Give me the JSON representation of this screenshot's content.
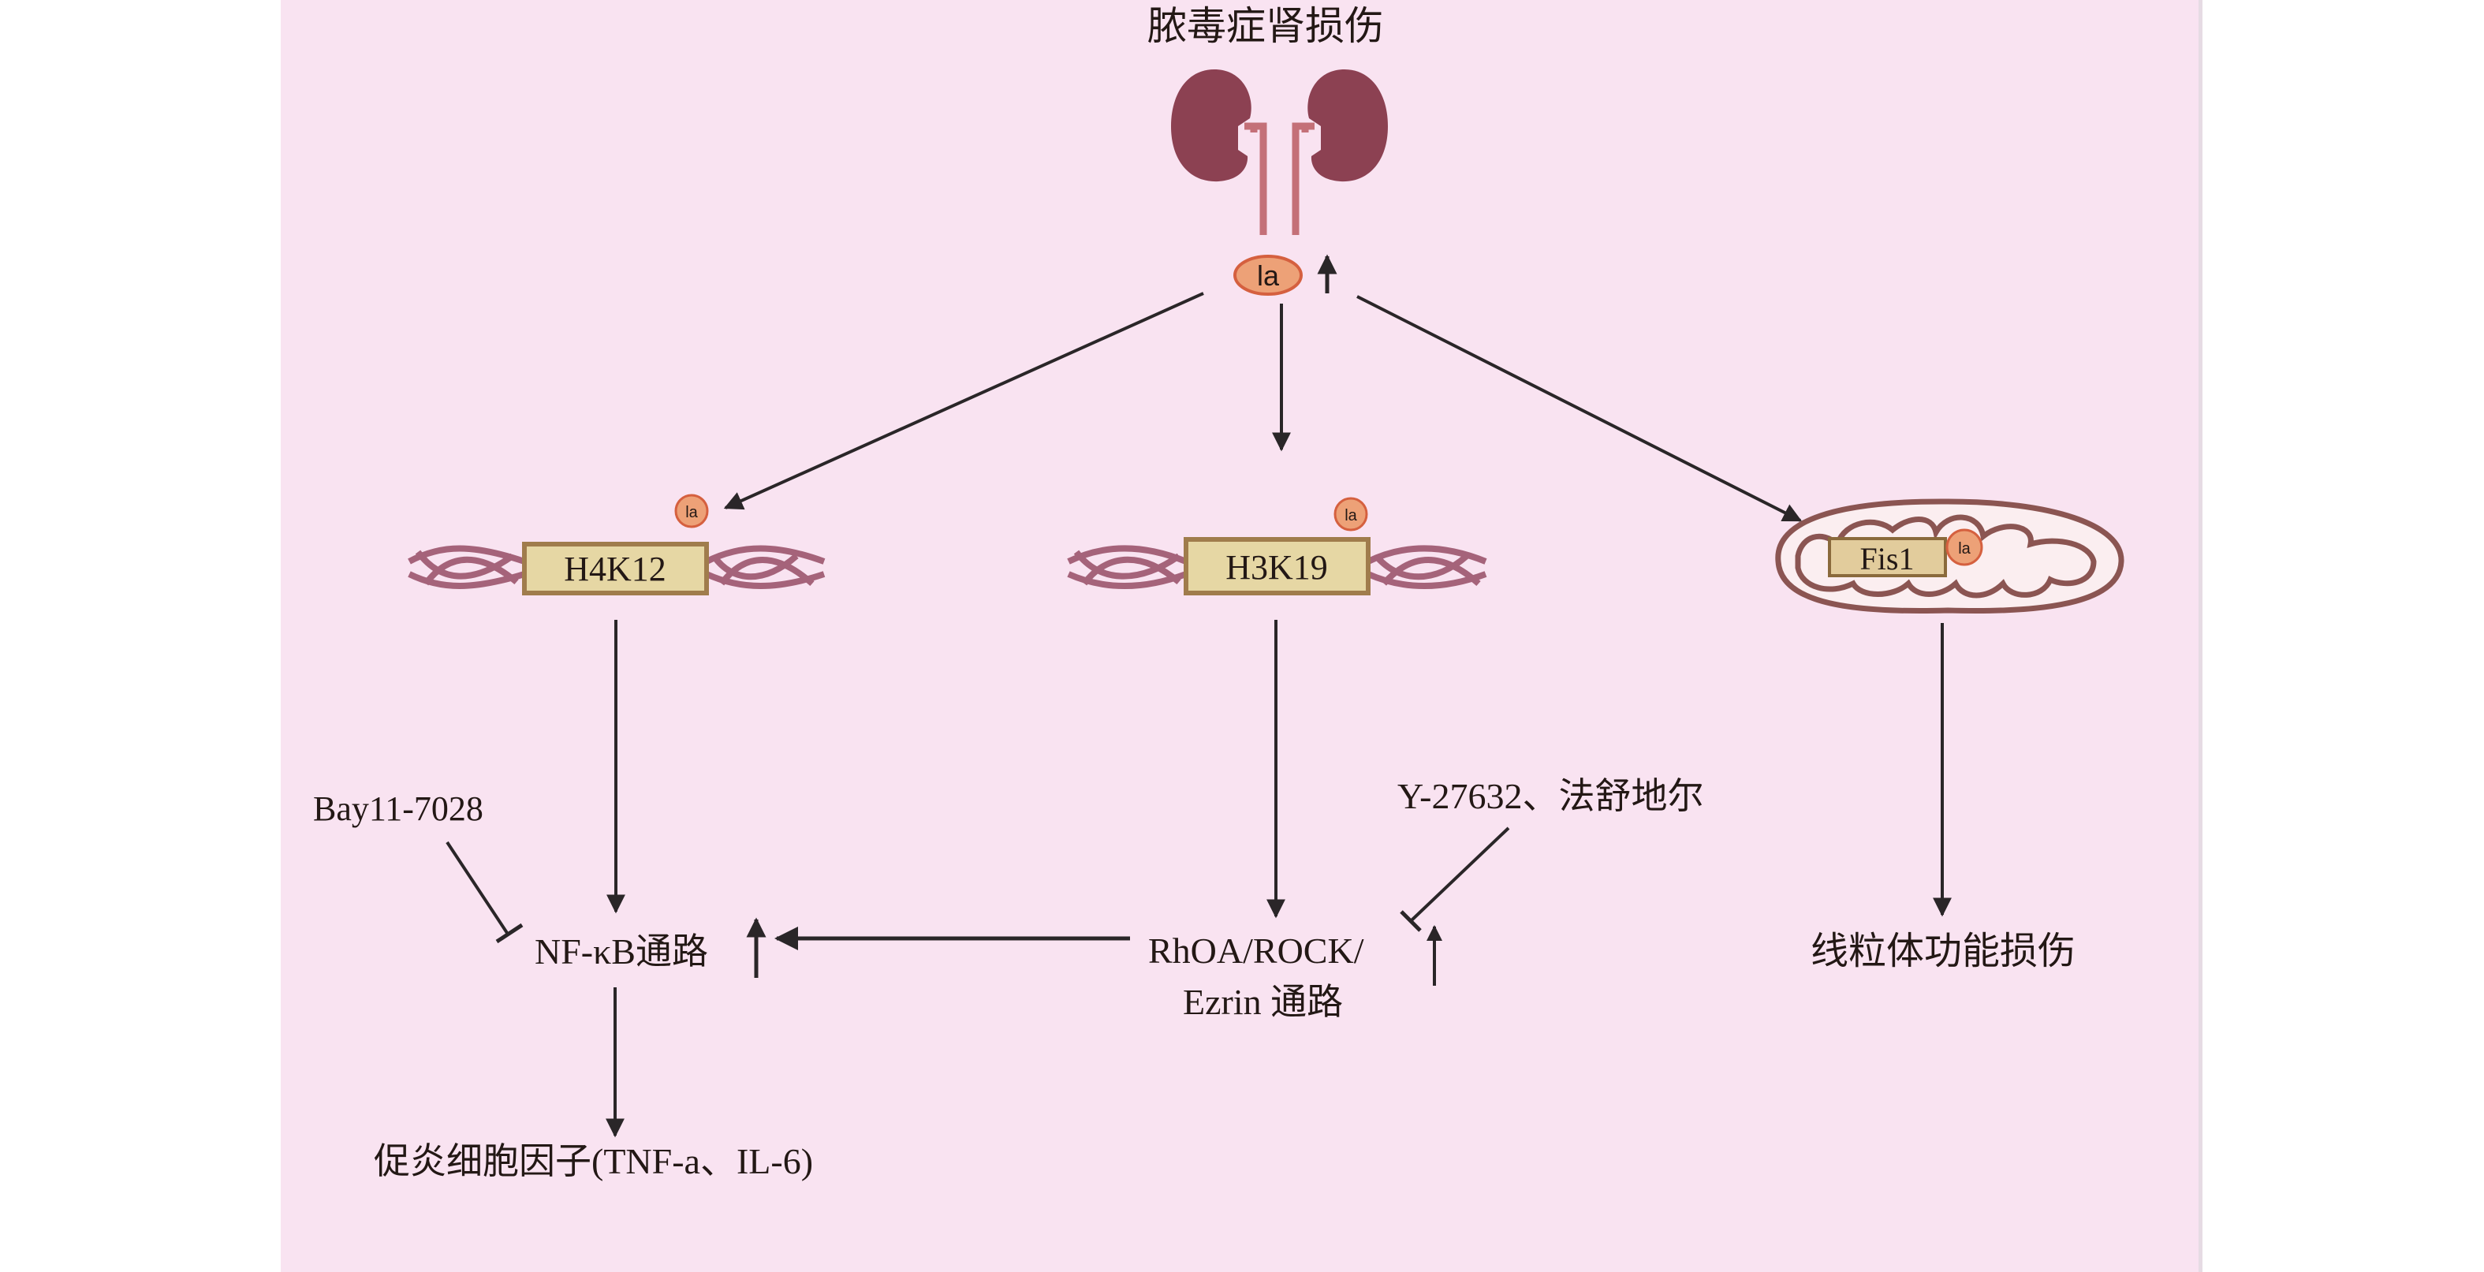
{
  "diagram": {
    "title": "脓毒症肾损伤",
    "colors": {
      "background": "#f9e3f1",
      "kidney": "#8c4152",
      "ureter": "#c47078",
      "lactyl_fill": "#eda177",
      "lactyl_stroke": "#d5603f",
      "dna": "#a5637a",
      "histone_box_fill": "#e6d7a4",
      "histone_box_stroke": "#a07c4c",
      "mito_stroke": "#8b5552",
      "arrow": "#2a2628"
    },
    "lactate_label": "la",
    "nodes": {
      "h4k12": "H4K12",
      "h3k19": "H3K19",
      "fis1": "Fis1",
      "nfkb": "NF-κB通路",
      "rhoa_line1": "RhOA/ROCK/",
      "rhoa_line2": "Ezrin 通路",
      "mito_damage": "线粒体功能损伤",
      "cytokines": "促炎细胞因子(TNF-a、IL-6)"
    },
    "inhibitors": {
      "bay": "Bay11-7028",
      "rock_inhibitors": "Y-27632、法舒地尔"
    },
    "edges": [
      {
        "from": "lactate",
        "to": "h4k12",
        "type": "activation"
      },
      {
        "from": "lactate",
        "to": "h3k19",
        "type": "activation"
      },
      {
        "from": "lactate",
        "to": "fis1",
        "type": "activation"
      },
      {
        "from": "h4k12",
        "to": "nfkb",
        "type": "activation"
      },
      {
        "from": "h3k19",
        "to": "rhoa",
        "type": "activation"
      },
      {
        "from": "rhoa",
        "to": "nfkb",
        "type": "activation"
      },
      {
        "from": "nfkb",
        "to": "cytokines",
        "type": "activation"
      },
      {
        "from": "fis1",
        "to": "mito_damage",
        "type": "activation"
      },
      {
        "from": "bay",
        "to": "nfkb",
        "type": "inhibition"
      },
      {
        "from": "rock_inhibitors",
        "to": "rhoa",
        "type": "inhibition"
      }
    ],
    "up_regulated": [
      "lactate",
      "nfkb",
      "rhoa"
    ]
  }
}
